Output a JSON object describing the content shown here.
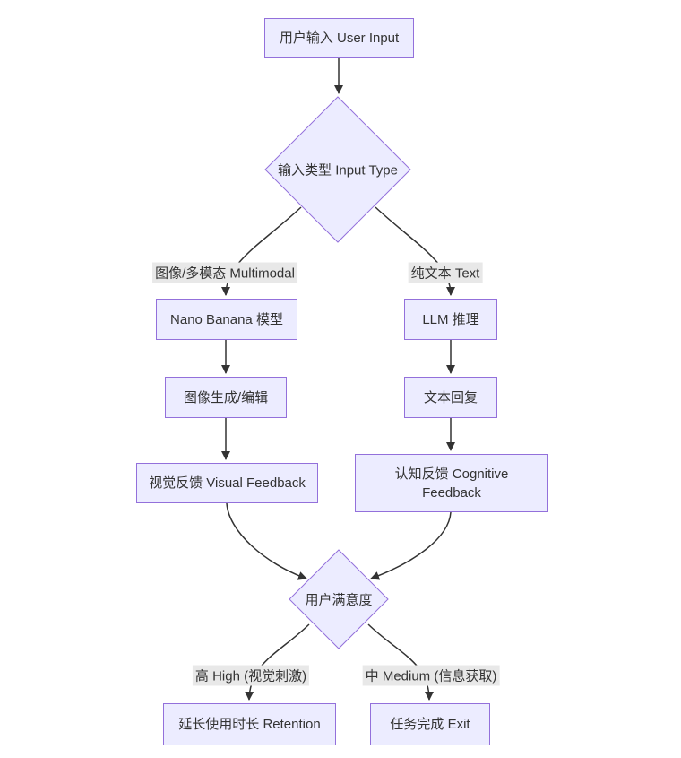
{
  "diagram": {
    "type": "flowchart",
    "direction": "top-down",
    "colors": {
      "background": "#ffffff",
      "node_fill": "#ECECFF",
      "node_border": "#9370DB",
      "edge_color": "#333333",
      "label_bg": "#e8e8e8",
      "text_color": "#333333"
    },
    "nodes": {
      "user_input": {
        "label": "用户输入 User Input",
        "shape": "rect"
      },
      "input_type": {
        "label": "输入类型 Input Type",
        "shape": "diamond"
      },
      "nano_banana": {
        "label": "Nano Banana 模型",
        "shape": "rect"
      },
      "llm": {
        "label": "LLM 推理",
        "shape": "rect"
      },
      "image_gen": {
        "label": "图像生成/编辑",
        "shape": "rect"
      },
      "text_reply": {
        "label": "文本回复",
        "shape": "rect"
      },
      "visual_feedback": {
        "label": "视觉反馈 Visual Feedback",
        "shape": "rect"
      },
      "cognitive_feedback": {
        "label": "认知反馈 Cognitive Feedback",
        "shape": "rect"
      },
      "satisfaction": {
        "label": "用户满意度",
        "shape": "diamond"
      },
      "retention": {
        "label": "延长使用时长 Retention",
        "shape": "rect"
      },
      "exit": {
        "label": "任务完成 Exit",
        "shape": "rect"
      }
    },
    "edge_labels": {
      "multimodal": "图像/多模态 Multimodal",
      "text": "纯文本 Text",
      "high": "高 High (视觉刺激)",
      "medium": "中 Medium (信息获取)"
    },
    "edges": [
      {
        "from": "user_input",
        "to": "input_type",
        "label": ""
      },
      {
        "from": "input_type",
        "to": "nano_banana",
        "label": "图像/多模态 Multimodal"
      },
      {
        "from": "input_type",
        "to": "llm",
        "label": "纯文本 Text"
      },
      {
        "from": "nano_banana",
        "to": "image_gen",
        "label": ""
      },
      {
        "from": "llm",
        "to": "text_reply",
        "label": ""
      },
      {
        "from": "image_gen",
        "to": "visual_feedback",
        "label": ""
      },
      {
        "from": "text_reply",
        "to": "cognitive_feedback",
        "label": ""
      },
      {
        "from": "visual_feedback",
        "to": "satisfaction",
        "label": ""
      },
      {
        "from": "cognitive_feedback",
        "to": "satisfaction",
        "label": ""
      },
      {
        "from": "satisfaction",
        "to": "retention",
        "label": "高 High (视觉刺激)"
      },
      {
        "from": "satisfaction",
        "to": "exit",
        "label": "中 Medium (信息获取)"
      }
    ]
  }
}
